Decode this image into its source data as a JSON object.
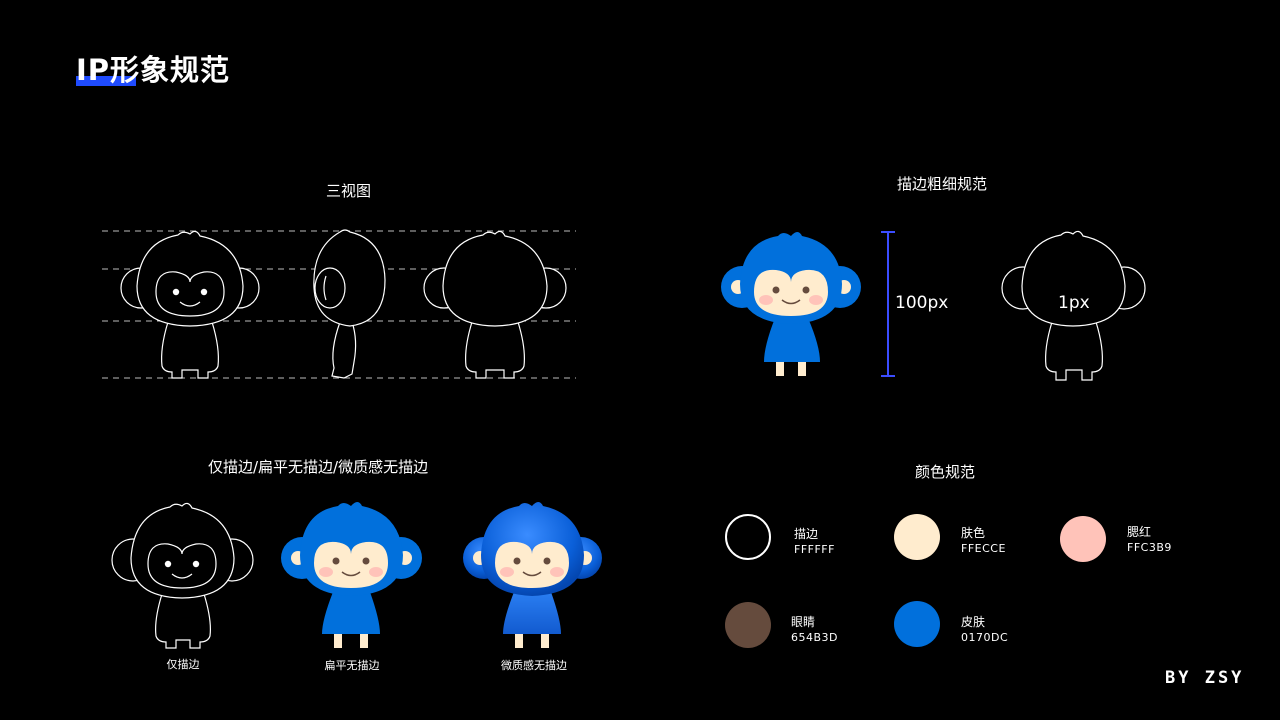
{
  "title": "IP形象规范",
  "sections": {
    "three_view": "三视图",
    "stroke": "描边粗细规范",
    "styles": "仅描边/扁平无描边/微质感无描边",
    "colors": "颜色规范"
  },
  "stroke_spec": {
    "height_label": "100px",
    "width_label": "1px"
  },
  "styles": {
    "outline": "仅描边",
    "flat": "扁平无描边",
    "textured": "微质感无描边"
  },
  "palette": [
    {
      "name": "描边",
      "hex": "FFFFFF",
      "color": "#000000",
      "ring": "#FFFFFF"
    },
    {
      "name": "肤色",
      "hex": "FFECCE",
      "color": "#FFECCE"
    },
    {
      "name": "腮红",
      "hex": "FFC3B9",
      "color": "#FFC3B9"
    },
    {
      "name": "眼睛",
      "hex": "654B3D",
      "color": "#654B3D"
    },
    {
      "name": "皮肤",
      "hex": "0170DC",
      "color": "#0170DC"
    }
  ],
  "signature": "BY ZSY"
}
